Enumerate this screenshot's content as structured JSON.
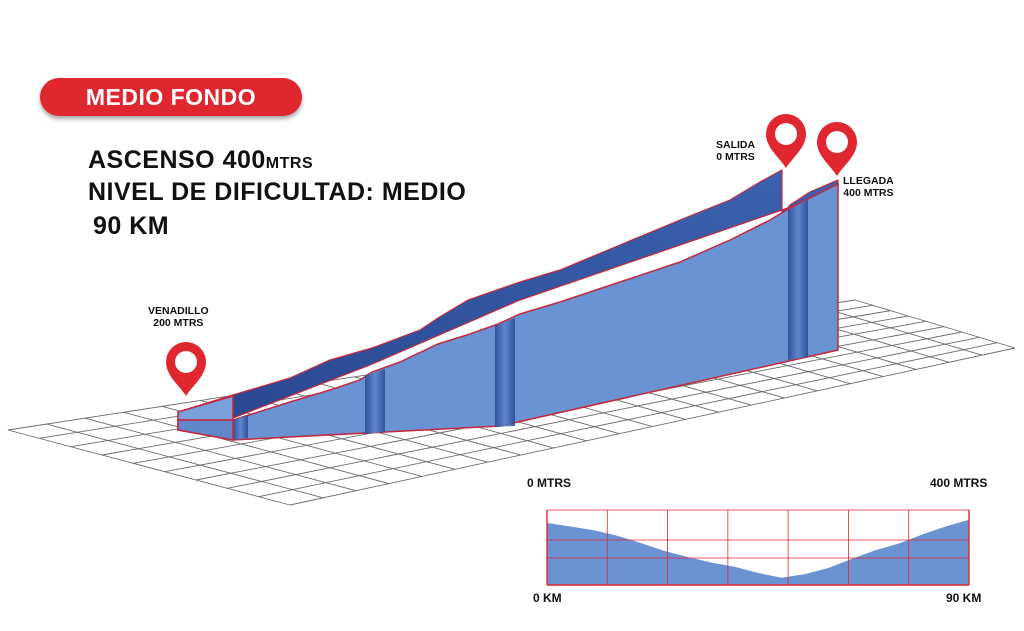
{
  "badge": {
    "label": "MEDIO FONDO"
  },
  "stats": {
    "ascenso_label": "ASCENSO 400",
    "ascenso_unit": "MTRS",
    "dificultad": "NIVEL DE DIFICULTAD: MEDIO",
    "distancia": "90 KM"
  },
  "markers": {
    "venadillo": {
      "name": "VENADILLO",
      "alt": "200 MTRS"
    },
    "salida": {
      "name": "SALIDA",
      "alt": "0 MTRS"
    },
    "llegada": {
      "name": "LLEGADA",
      "alt": "400 MTRS"
    }
  },
  "colors": {
    "accent": "#e0262e",
    "profile_fill": "#6b93d3",
    "profile_dark": "#2d4f9a",
    "grid": "#6b6b6b"
  },
  "chart_data": {
    "type": "area",
    "x_start_label": "0 KM",
    "x_end_label": "90 KM",
    "y_left_label": "0 MTRS",
    "y_right_label": "400 MTRS",
    "x": [
      0,
      5,
      10,
      15,
      20,
      25,
      30,
      35,
      40,
      45,
      50,
      55,
      60,
      65,
      70,
      75,
      80,
      85,
      90
    ],
    "values": [
      0.92,
      0.86,
      0.8,
      0.71,
      0.59,
      0.46,
      0.36,
      0.27,
      0.2,
      0.1,
      0.02,
      0.08,
      0.18,
      0.33,
      0.47,
      0.58,
      0.73,
      0.86,
      0.97
    ]
  }
}
